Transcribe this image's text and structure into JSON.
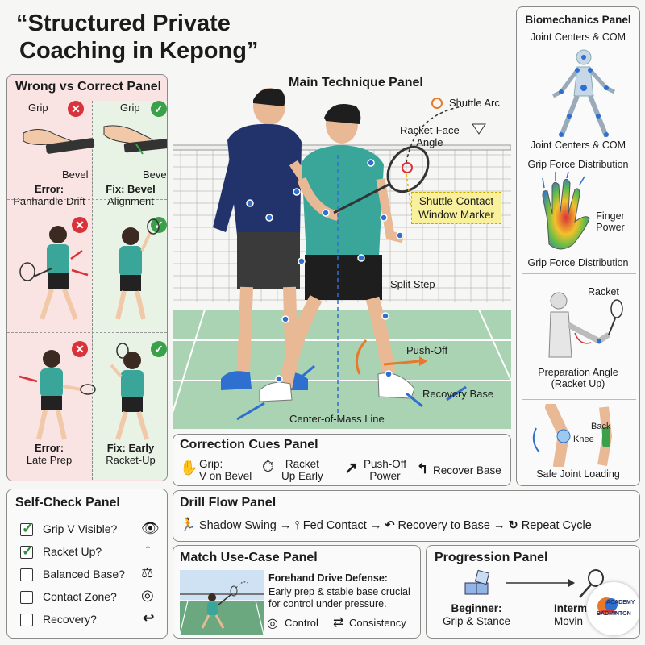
{
  "title": {
    "line1": "“Structured Private",
    "line2": "Coaching in Kepong”"
  },
  "wrong_correct": {
    "title": "Wrong vs Correct Panel",
    "grip_left": "Grip",
    "grip_right": "Grip",
    "bevel_left": "Bevel",
    "bevel_right": "Bevel",
    "error1": "Error:",
    "error1_desc": "Panhandle Drift",
    "fix1": "Fix: Bevel",
    "fix1_desc": "Alignment",
    "error2": "Error:",
    "error2_desc": "Late Prep",
    "fix2": "Fix: Early",
    "fix2_desc": "Racket-Up"
  },
  "main": {
    "title": "Main Technique Panel",
    "shuttle_arc": "Shuttle Arc",
    "racket_face_1": "Racket-Face",
    "racket_face_2": "Angle",
    "contact_1": "Shuttle Contact",
    "contact_2": "Window Marker",
    "split_step": "Split Step",
    "push_off": "Push-Off",
    "recovery_base": "Recovery Base",
    "com_line": "Center-of-Mass Line"
  },
  "biomech": {
    "title": "Biomechanics Panel",
    "subtitle": "Joint Centers & COM",
    "caption": "Joint Centers & COM",
    "grip_force_top": "Grip Force Distribution",
    "finger_1": "Finger",
    "finger_2": "Power",
    "grip_force_bottom": "Grip Force Distribution",
    "racket": "Racket",
    "prep_1": "Preparation Angle",
    "prep_2": "(Racket Up)",
    "knee": "Knee",
    "back": "Back",
    "safe": "Safe Joint Loading"
  },
  "cues": {
    "title": "Correction Cues Panel",
    "grip_1": "Grip:",
    "grip_2": "V on Bevel",
    "racket_1": "Racket",
    "racket_2": "Up Early",
    "push_1": "Push-Off",
    "push_2": "Power",
    "recover": "Recover Base"
  },
  "selfcheck": {
    "title": "Self-Check Panel",
    "items": [
      {
        "label": "Grip V Visible?",
        "checked": true,
        "icon": "eye-icon"
      },
      {
        "label": "Racket Up?",
        "checked": true,
        "icon": "arrow-up-icon"
      },
      {
        "label": "Balanced Base?",
        "checked": false,
        "icon": "scale-icon"
      },
      {
        "label": "Contact Zone?",
        "checked": false,
        "icon": "target-icon"
      },
      {
        "label": "Recovery?",
        "checked": false,
        "icon": "return-icon"
      }
    ]
  },
  "drill": {
    "title": "Drill Flow Panel",
    "step1": "Shadow Swing",
    "step2": "Fed Contact",
    "step3": "Recovery to Base",
    "step4": "Repeat Cycle"
  },
  "match": {
    "title": "Match Use-Case Panel",
    "head": "Forehand Drive Defense:",
    "line1": "Early prep & stable base crucial",
    "line2": "for control under pressure.",
    "control": "Control",
    "consistency": "Consistency"
  },
  "progression": {
    "title": "Progression Panel",
    "beginner": "Beginner:",
    "beginner_desc": "Grip & Stance",
    "inter": "Interm",
    "inter_desc": "Movin"
  },
  "logo": {
    "line1": "ACADEMY",
    "line2": "BADMINTON"
  },
  "colors": {
    "red": "#d8333a",
    "green": "#3aa049",
    "court": "#a9d3b2",
    "pink_bg": "#f9e3e3",
    "navy": "#22336b",
    "teal": "#3aa69a",
    "yellow_box": "#f8f09a",
    "orange": "#e8792b",
    "blue": "#2f6fd0"
  }
}
